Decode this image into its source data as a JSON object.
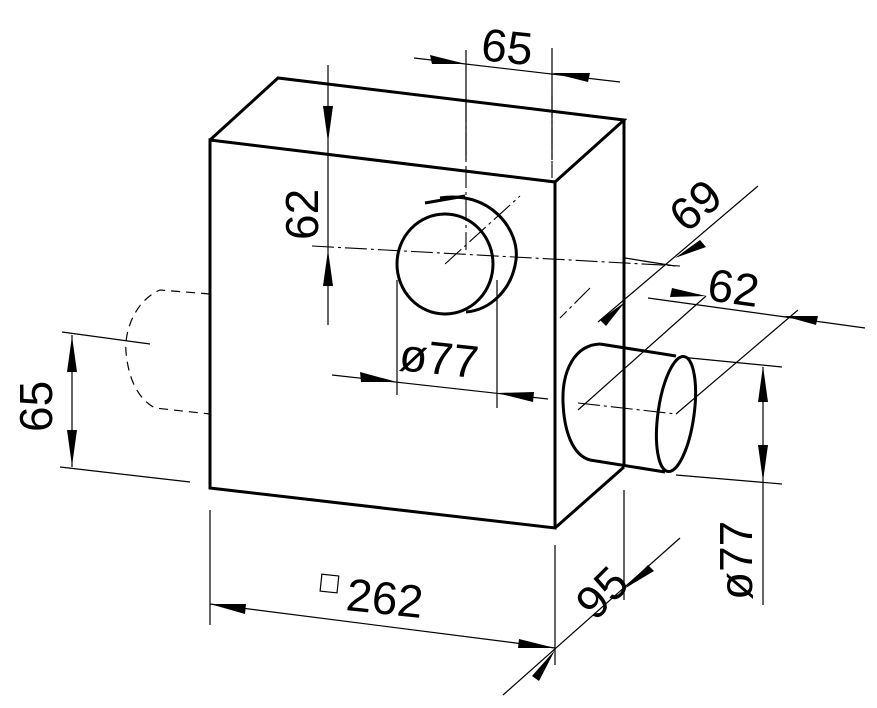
{
  "dimensions": {
    "top_offset": "65",
    "top_height": "62",
    "depth_69": "69",
    "side_offset": "62",
    "front_bore": "ø77",
    "left_height": "65",
    "width": "262",
    "depth_95": "95",
    "side_bore": "ø77"
  }
}
